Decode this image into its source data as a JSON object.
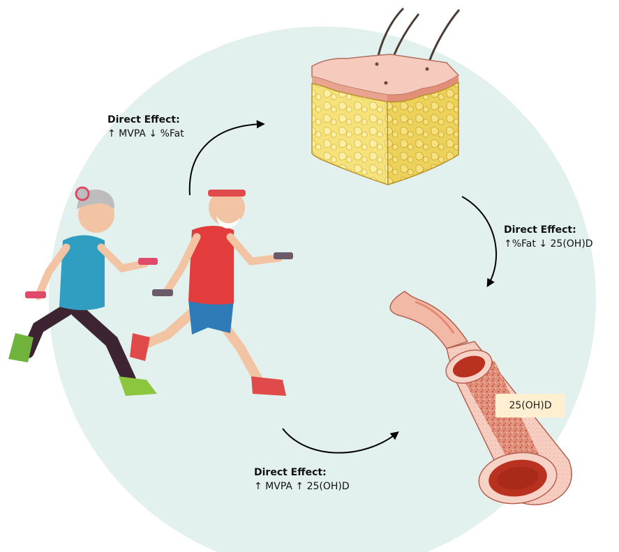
{
  "arrows": {
    "top": {
      "title": "Direct Effect:",
      "text": "↑ MVPA ↓ %Fat"
    },
    "right": {
      "title": "Direct Effect:",
      "text": "↑%Fat ↓ 25(OH)D"
    },
    "bottom": {
      "title": "Direct Effect:",
      "text": "↑ MVPA ↑ 25(OH)D"
    }
  },
  "vessel_label": "25(OH)D",
  "colors": {
    "background_circle": "#e3f1ee",
    "arrow": "#000000",
    "fat_tissue": "#f3df6f",
    "skin": "#f6cbbd",
    "vessel_wall": "#f2b9a6",
    "blood": "#b8321f",
    "label_box": "#fdefcf"
  },
  "icons": [
    "skin-fat-tissue-icon",
    "blood-vessel-icon",
    "runners-illustration"
  ]
}
